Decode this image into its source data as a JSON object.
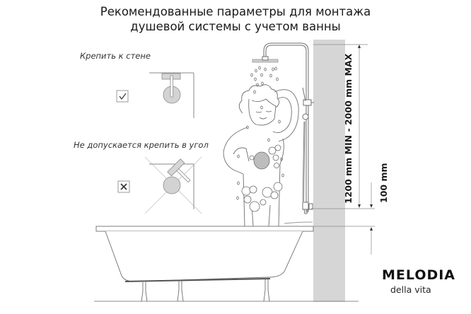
{
  "title": {
    "line1": "Рекомендованные параметры для монтажа",
    "line2": "душевой системы с учетом ванны"
  },
  "mounting_options": [
    {
      "caption": "Крепить к стене",
      "status": "allowed",
      "status_icon": "check-icon",
      "status_glyph": "✓"
    },
    {
      "caption": "Не  допускается крепить в угол",
      "status": "forbidden",
      "status_icon": "cross-icon",
      "status_glyph": "✕"
    }
  ],
  "dimensions": {
    "shower_height": "1200 mm MIN - 2000 mm MAX",
    "mixer_above_bath": "100 mm"
  },
  "brand": {
    "name": "MELODIA",
    "tagline": "della vita"
  },
  "colors": {
    "wall": "#d6d6d6",
    "line": "#6e6e6e",
    "fixture_fill": "#d0d0d0",
    "text": "#1a1a1a"
  }
}
